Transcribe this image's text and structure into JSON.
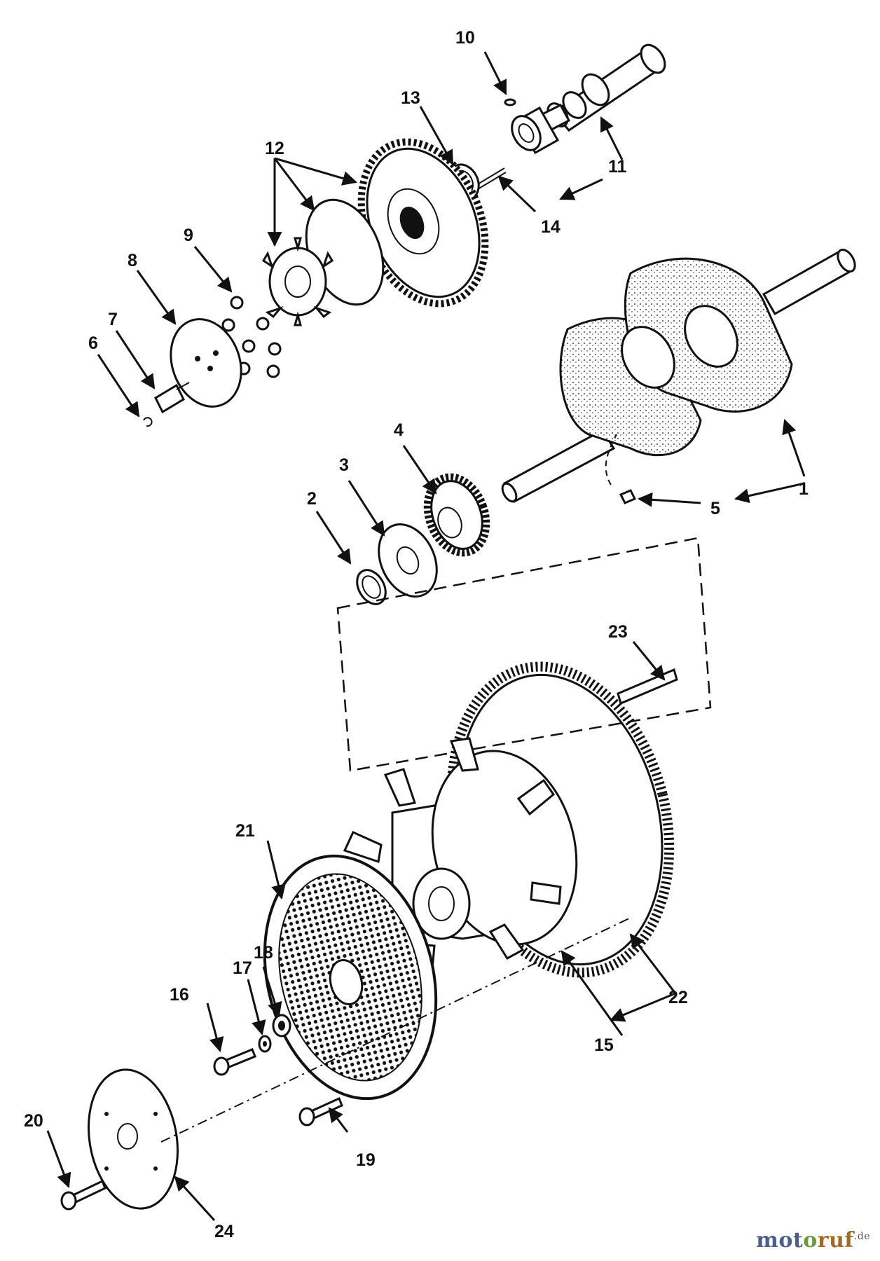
{
  "callouts": {
    "p1": "1",
    "p2": "2",
    "p3": "3",
    "p4": "4",
    "p5": "5",
    "p6": "6",
    "p7": "7",
    "p8": "8",
    "p9": "9",
    "p10": "10",
    "p11": "11",
    "p12": "12",
    "p13": "13",
    "p14": "14",
    "p15": "15",
    "p16": "16",
    "p17": "17",
    "p18": "18",
    "p19": "19",
    "p20": "20",
    "p21": "21",
    "p22": "22",
    "p23": "23",
    "p24": "24"
  },
  "watermark": {
    "part1": "mot",
    "part2": "o",
    "part3": "ruf",
    "tld": ".de"
  }
}
